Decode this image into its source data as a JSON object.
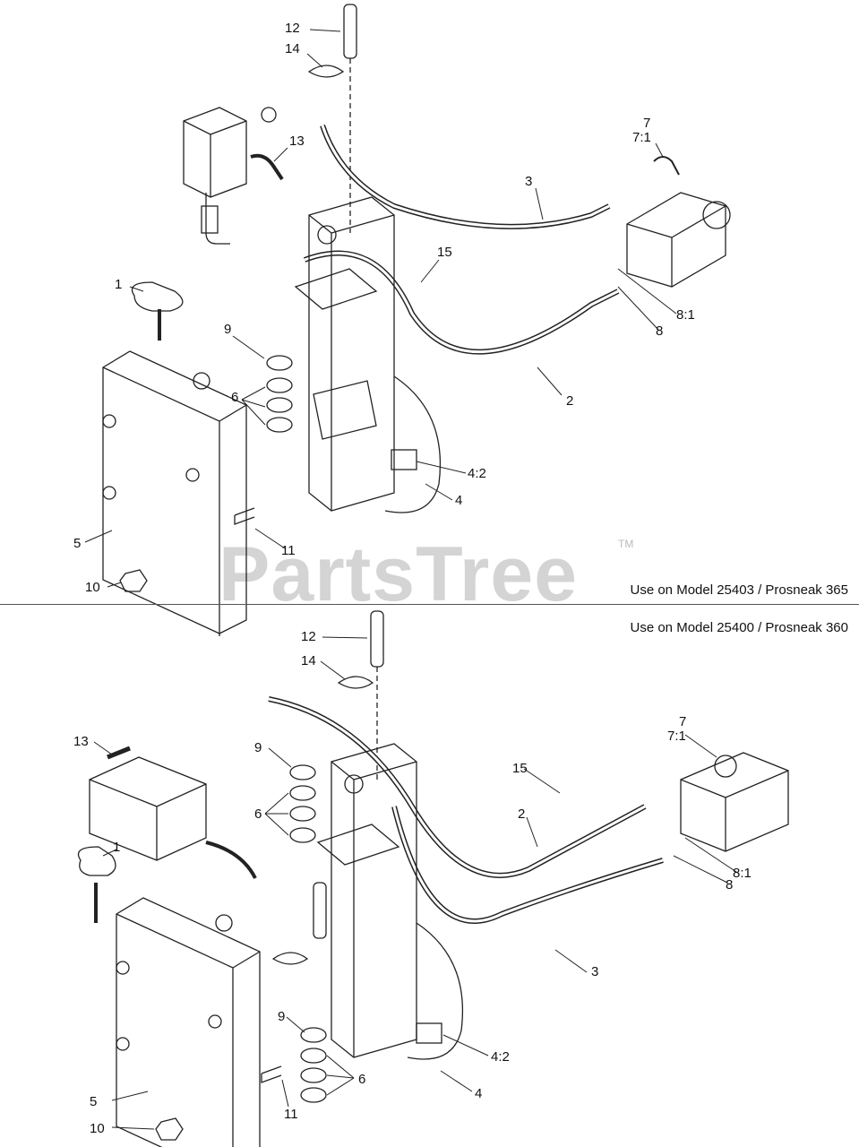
{
  "watermark": {
    "text": "PartsTree",
    "tm": "TM"
  },
  "top": {
    "caption": "Use on Model 25403 / Prosneak 365",
    "labels": [
      "12",
      "14",
      "13",
      "7",
      "7:1",
      "3",
      "15",
      "1",
      "9",
      "6",
      "8",
      "8:1",
      "2",
      "4:2",
      "4",
      "5",
      "11",
      "10"
    ]
  },
  "bottom": {
    "caption": "Use on Model 25400 / Prosneak 360",
    "labels": [
      "12",
      "14",
      "13",
      "9",
      "7",
      "7:1",
      "15",
      "2",
      "1",
      "6",
      "8:1",
      "8",
      "3",
      "4:2",
      "9",
      "6",
      "4",
      "5",
      "11",
      "10"
    ]
  }
}
